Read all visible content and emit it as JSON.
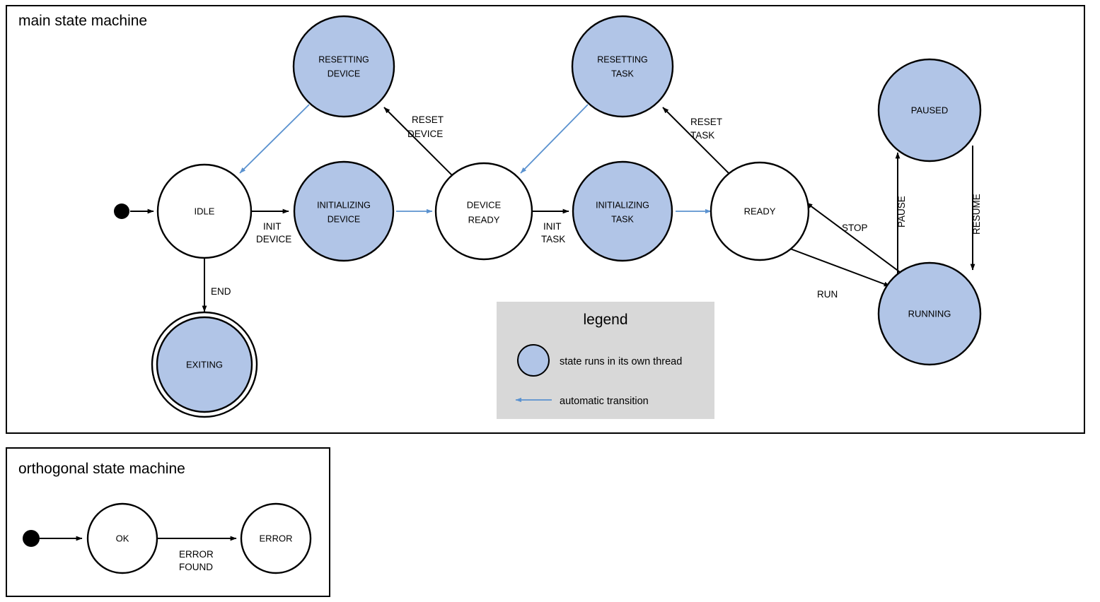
{
  "colors": {
    "threaded_fill": "#b1c5e7",
    "auto_transition": "#5b92cf",
    "legend_bg": "#d8d8d8",
    "stroke": "#000000",
    "background": "#ffffff"
  },
  "main_frame": {
    "title": "main state machine"
  },
  "orthogonal_frame": {
    "title": "orthogonal state machine"
  },
  "legend": {
    "title": "legend",
    "items": [
      {
        "symbol": "filled-circle",
        "text": "state runs in its own thread"
      },
      {
        "symbol": "blue-arrow",
        "text": "automatic transition"
      }
    ]
  },
  "main_states": [
    {
      "id": "idle",
      "label_line1": "IDLE",
      "label_line2": "",
      "threaded": false,
      "final": false
    },
    {
      "id": "initializing-device",
      "label_line1": "INITIALIZING",
      "label_line2": "DEVICE",
      "threaded": true,
      "final": false
    },
    {
      "id": "resetting-device",
      "label_line1": "RESETTING",
      "label_line2": "DEVICE",
      "threaded": true,
      "final": false
    },
    {
      "id": "device-ready",
      "label_line1": "DEVICE",
      "label_line2": "READY",
      "threaded": false,
      "final": false
    },
    {
      "id": "initializing-task",
      "label_line1": "INITIALIZING",
      "label_line2": "TASK",
      "threaded": true,
      "final": false
    },
    {
      "id": "resetting-task",
      "label_line1": "RESETTING",
      "label_line2": "TASK",
      "threaded": true,
      "final": false
    },
    {
      "id": "ready",
      "label_line1": "READY",
      "label_line2": "",
      "threaded": false,
      "final": false
    },
    {
      "id": "paused",
      "label_line1": "PAUSED",
      "label_line2": "",
      "threaded": true,
      "final": false
    },
    {
      "id": "running",
      "label_line1": "RUNNING",
      "label_line2": "",
      "threaded": true,
      "final": false
    },
    {
      "id": "exiting",
      "label_line1": "EXITING",
      "label_line2": "",
      "threaded": true,
      "final": true
    }
  ],
  "main_transitions": [
    {
      "id": "start-to-idle",
      "from": "start",
      "to": "idle",
      "label_line1": "",
      "label_line2": "",
      "automatic": false
    },
    {
      "id": "idle-to-initializing-device",
      "from": "idle",
      "to": "initializing-device",
      "label_line1": "INIT",
      "label_line2": "DEVICE",
      "automatic": false
    },
    {
      "id": "idle-to-exiting",
      "from": "idle",
      "to": "exiting",
      "label_line1": "END",
      "label_line2": "",
      "automatic": false
    },
    {
      "id": "initializing-device-to-device-ready",
      "from": "initializing-device",
      "to": "device-ready",
      "label_line1": "",
      "label_line2": "",
      "automatic": true
    },
    {
      "id": "device-ready-to-resetting-device",
      "from": "device-ready",
      "to": "resetting-device",
      "label_line1": "RESET",
      "label_line2": "DEVICE",
      "automatic": false
    },
    {
      "id": "resetting-device-to-idle",
      "from": "resetting-device",
      "to": "idle",
      "label_line1": "",
      "label_line2": "",
      "automatic": true
    },
    {
      "id": "device-ready-to-initializing-task",
      "from": "device-ready",
      "to": "initializing-task",
      "label_line1": "INIT",
      "label_line2": "TASK",
      "automatic": false
    },
    {
      "id": "initializing-task-to-ready",
      "from": "initializing-task",
      "to": "ready",
      "label_line1": "",
      "label_line2": "",
      "automatic": true
    },
    {
      "id": "ready-to-resetting-task",
      "from": "ready",
      "to": "resetting-task",
      "label_line1": "RESET",
      "label_line2": "TASK",
      "automatic": false
    },
    {
      "id": "resetting-task-to-device-ready",
      "from": "resetting-task",
      "to": "device-ready",
      "label_line1": "",
      "label_line2": "",
      "automatic": true
    },
    {
      "id": "ready-to-running",
      "from": "ready",
      "to": "running",
      "label_line1": "RUN",
      "label_line2": "",
      "automatic": false
    },
    {
      "id": "running-to-ready",
      "from": "running",
      "to": "ready",
      "label_line1": "STOP",
      "label_line2": "",
      "automatic": false
    },
    {
      "id": "running-to-paused",
      "from": "running",
      "to": "paused",
      "label_line1": "PAUSE",
      "label_line2": "",
      "automatic": false
    },
    {
      "id": "paused-to-running",
      "from": "paused",
      "to": "running",
      "label_line1": "RESUME",
      "label_line2": "",
      "automatic": false
    }
  ],
  "orthogonal_states": [
    {
      "id": "ok",
      "label_line1": "OK",
      "threaded": false,
      "final": false
    },
    {
      "id": "error",
      "label_line1": "ERROR",
      "threaded": false,
      "final": false
    }
  ],
  "orthogonal_transitions": [
    {
      "id": "start-to-ok",
      "from": "start",
      "to": "ok",
      "label_line1": "",
      "label_line2": "",
      "automatic": false
    },
    {
      "id": "ok-to-error",
      "from": "ok",
      "to": "error",
      "label_line1": "ERROR",
      "label_line2": "FOUND",
      "automatic": false
    }
  ]
}
